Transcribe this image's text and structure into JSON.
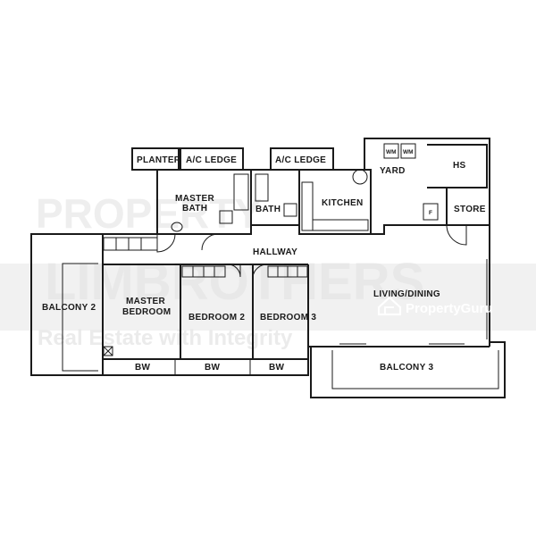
{
  "watermark": {
    "top_text": "PROPERTY",
    "brand_text": "LIMBROTHERS",
    "tagline": "Real Estate with Integrity",
    "site_logo_text": "PropertyGuru"
  },
  "rooms": {
    "planter": "PLANTER",
    "ac_ledge_1": "A/C LEDGE",
    "ac_ledge_2": "A/C LEDGE",
    "master_bath_line1": "MASTER",
    "master_bath_line2": "BATH",
    "bath": "BATH",
    "kitchen": "KITCHEN",
    "yard": "YARD",
    "hs": "HS",
    "store": "STORE",
    "hallway": "HALLWAY",
    "balcony_2": "BALCONY 2",
    "master_bedroom_line1": "MASTER",
    "master_bedroom_line2": "BEDROOM",
    "bedroom_2": "BEDROOM 2",
    "bedroom_3": "BEDROOM 3",
    "living_dining": "LIVING/DINING",
    "balcony_3": "BALCONY 3",
    "bw_1": "BW",
    "bw_2": "BW",
    "bw_3": "BW",
    "wm_1": "WM",
    "wm_2": "WM",
    "fridge": "F"
  }
}
